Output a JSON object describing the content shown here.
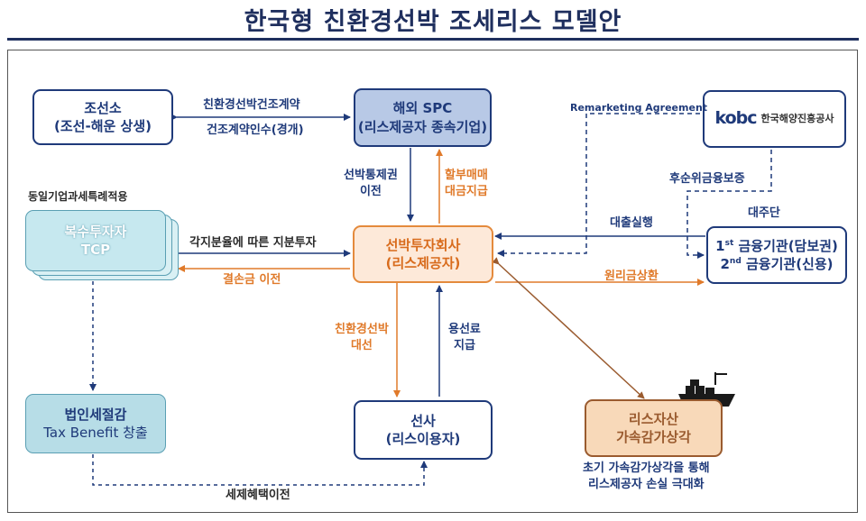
{
  "title": "한국형 친환경선박 조세리스 모델안",
  "boxes": {
    "shipyard": {
      "line1": "조선소",
      "line2": "(조선-해운 상생)"
    },
    "spc": {
      "line1": "해외 SPC",
      "line2": "(리스제공자 종속기업)"
    },
    "kobc": {
      "logo": "kobc",
      "name": "한국해양진흥공사"
    },
    "tcp": {
      "line1": "복수투자자",
      "line2": "TCP"
    },
    "lessor": {
      "line1": "선박투자회사",
      "line2": "(리스제공자)"
    },
    "lenders": {
      "line1_a": "1",
      "line1_sup": "st",
      "line1_b": " 금융기관(담보권)",
      "line2_a": "2",
      "line2_sup": "nd",
      "line2_b": " 금융기관(신용)"
    },
    "tax": {
      "line1": "법인세절감",
      "line2": "Tax Benefit 창출"
    },
    "lessee": {
      "line1": "선사",
      "line2": "(리스이용자)"
    },
    "asset": {
      "line1": "리스자산",
      "line2": "가속감가상각"
    }
  },
  "labels": {
    "build_contract": "친환경선박건조계약",
    "contract_transfer": "건조계약인수(경개)",
    "remarketing": "Remarketing Agreement",
    "ship_control_1": "선박통제권",
    "ship_control_2": "이전",
    "installment_1": "할부매매",
    "installment_2": "대금지급",
    "tax_exception": "동일기업과세특례적용",
    "equity": "각지분율에 따른 지분투자",
    "loss_transfer": "결손금 이전",
    "loan": "대출실행",
    "principal": "원리금상환",
    "subordinate": "후순위금융보증",
    "syndicate": "대주단",
    "charter_1": "친환경선박",
    "charter_2": "대선",
    "fee_1": "용선료",
    "fee_2": "지급",
    "tax_benefit_transfer": "세제혜택이전",
    "effect_1": "초기 가속감가상각을 통해",
    "effect_2": "리스제공자 손실 극대화"
  },
  "colors": {
    "navy": "#1f3a7a",
    "orange": "#e07a2a",
    "teal": "#5a9fb3",
    "brown": "#9a5b2f"
  }
}
